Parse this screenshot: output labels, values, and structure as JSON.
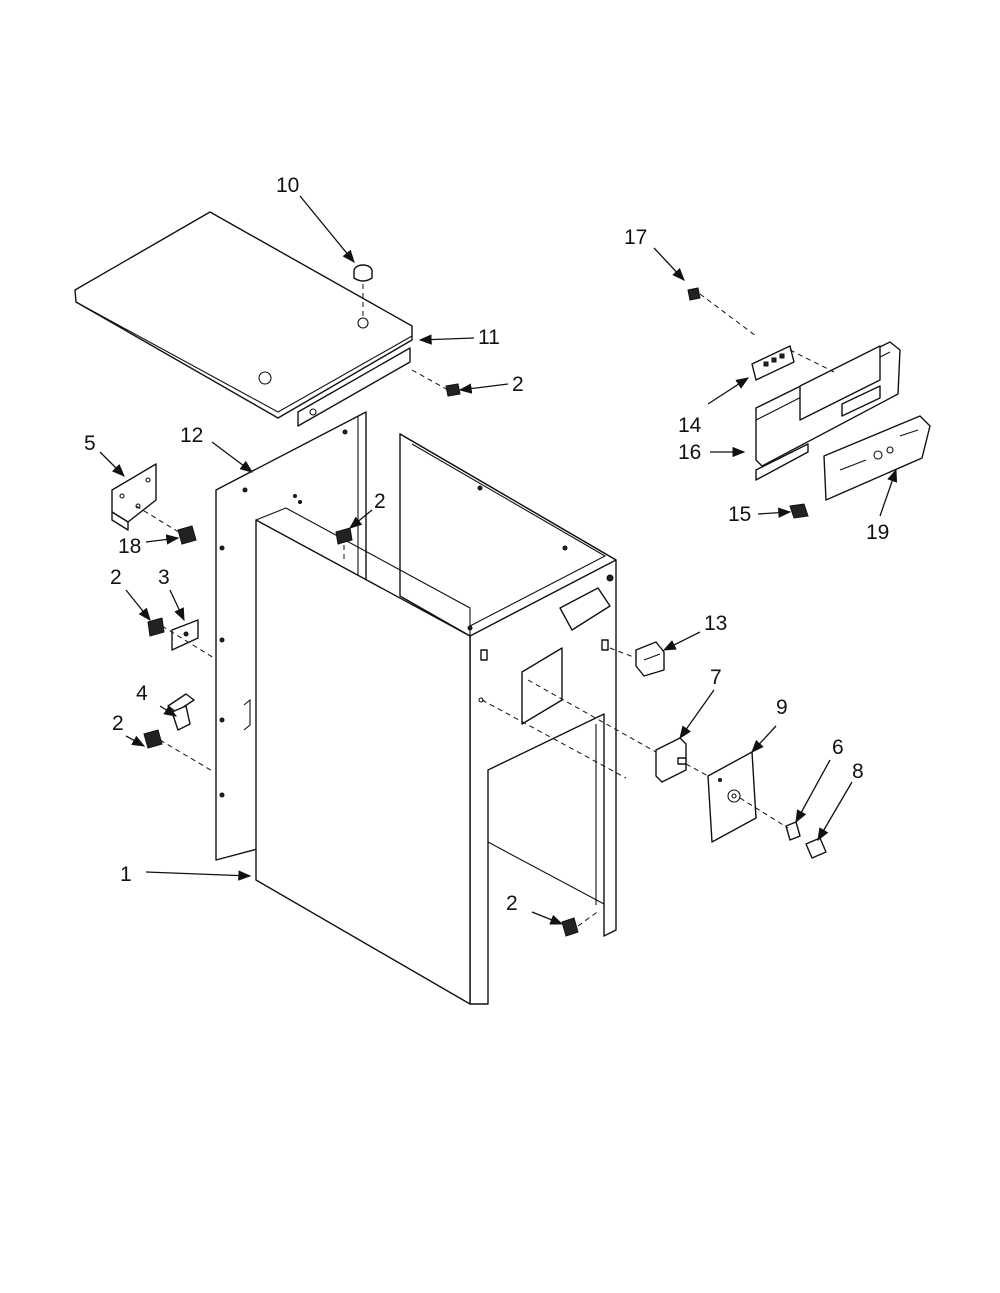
{
  "callouts": {
    "c1": "1",
    "c2a": "2",
    "c2b": "2",
    "c2c": "2",
    "c2d": "2",
    "c2e": "2",
    "c3": "3",
    "c4": "4",
    "c5": "5",
    "c6": "6",
    "c7": "7",
    "c8": "8",
    "c9": "9",
    "c10": "10",
    "c11": "11",
    "c12": "12",
    "c13": "13",
    "c14": "14",
    "c15": "15",
    "c16": "16",
    "c17": "17",
    "c18": "18",
    "c19": "19"
  }
}
